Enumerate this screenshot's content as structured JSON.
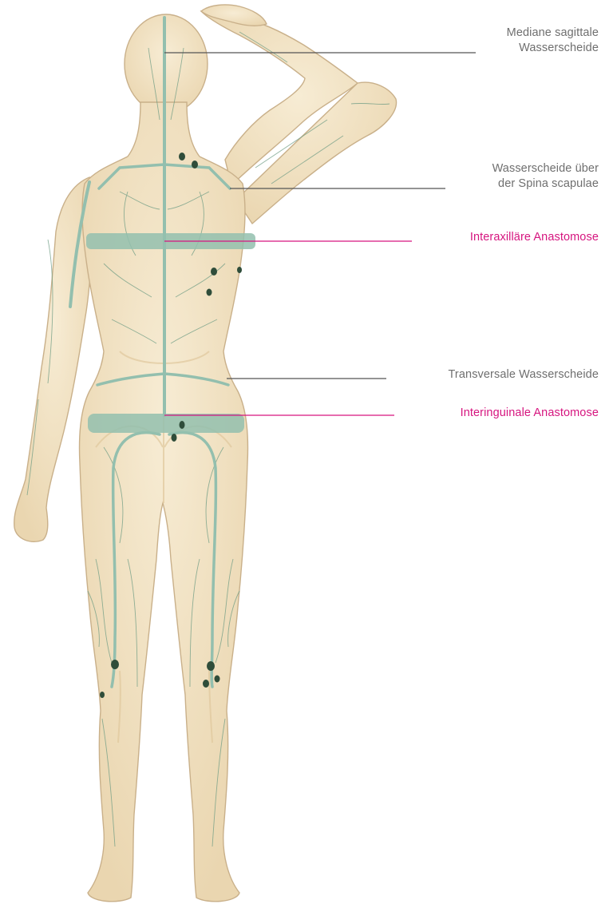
{
  "annotations": [
    {
      "id": "mediane",
      "lines": [
        "Mediane sagittale",
        "Wasserscheide"
      ],
      "kind": "watershed"
    },
    {
      "id": "spina",
      "lines": [
        "Wasserscheide über",
        "der Spina scapulae"
      ],
      "kind": "watershed"
    },
    {
      "id": "interaxillar",
      "lines": [
        "Interaxilläre Anastomose"
      ],
      "kind": "anastomosis"
    },
    {
      "id": "transversal",
      "lines": [
        "Transversale Wasserscheide"
      ],
      "kind": "watershed"
    },
    {
      "id": "interinguinal",
      "lines": [
        "Interinguinale Anastomose"
      ],
      "kind": "anastomosis"
    }
  ],
  "colors": {
    "skin": "#f3e4c6",
    "skin_shadow": "#e2cda4",
    "outline": "#c9b08a",
    "lymph_vessel": "#6e9c84",
    "watershed_band": "#93bfae",
    "lymph_node": "#2f4d3a",
    "leader_gray": "#555555",
    "anastomosis_magenta": "#d6157f",
    "label_gray": "#6f6f6f"
  }
}
